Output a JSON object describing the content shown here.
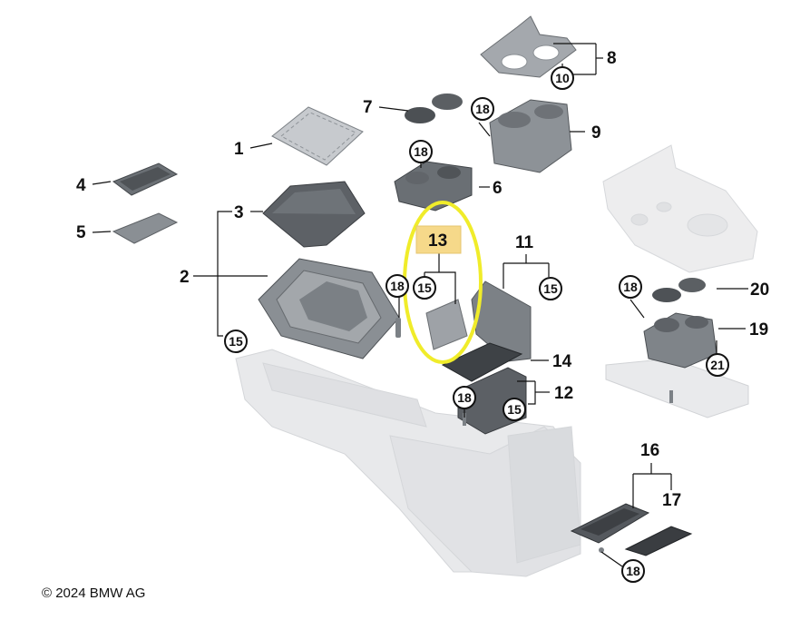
{
  "diagram": {
    "parts": [
      {
        "number": "1",
        "callout": false,
        "highlighted": false
      },
      {
        "number": "2",
        "callout": false,
        "highlighted": false
      },
      {
        "number": "3",
        "callout": false,
        "highlighted": false
      },
      {
        "number": "4",
        "callout": false,
        "highlighted": false
      },
      {
        "number": "5",
        "callout": false,
        "highlighted": false
      },
      {
        "number": "6",
        "callout": false,
        "highlighted": false
      },
      {
        "number": "7",
        "callout": false,
        "highlighted": false
      },
      {
        "number": "8",
        "callout": false,
        "highlighted": false
      },
      {
        "number": "9",
        "callout": false,
        "highlighted": false
      },
      {
        "number": "10",
        "callout": true,
        "highlighted": false
      },
      {
        "number": "11",
        "callout": false,
        "highlighted": false
      },
      {
        "number": "12",
        "callout": false,
        "highlighted": false
      },
      {
        "number": "13",
        "callout": false,
        "highlighted": true
      },
      {
        "number": "14",
        "callout": false,
        "highlighted": false
      },
      {
        "number": "15",
        "callout": true,
        "highlighted": false
      },
      {
        "number": "16",
        "callout": false,
        "highlighted": false
      },
      {
        "number": "17",
        "callout": false,
        "highlighted": false
      },
      {
        "number": "18",
        "callout": true,
        "highlighted": false
      },
      {
        "number": "19",
        "callout": false,
        "highlighted": false
      },
      {
        "number": "20",
        "callout": false,
        "highlighted": false
      },
      {
        "number": "21",
        "callout": true,
        "highlighted": false
      }
    ],
    "copyright": "© 2024 BMW AG"
  },
  "colors": {
    "highlight_box": "#f6d98a",
    "highlight_ring": "#f0ec2a",
    "part_dark": "#5a5e63",
    "part_mid": "#8b9096",
    "part_light": "#c9ccd0",
    "ghost": "#e6e7e9",
    "label_box": "#f3e3b6"
  }
}
